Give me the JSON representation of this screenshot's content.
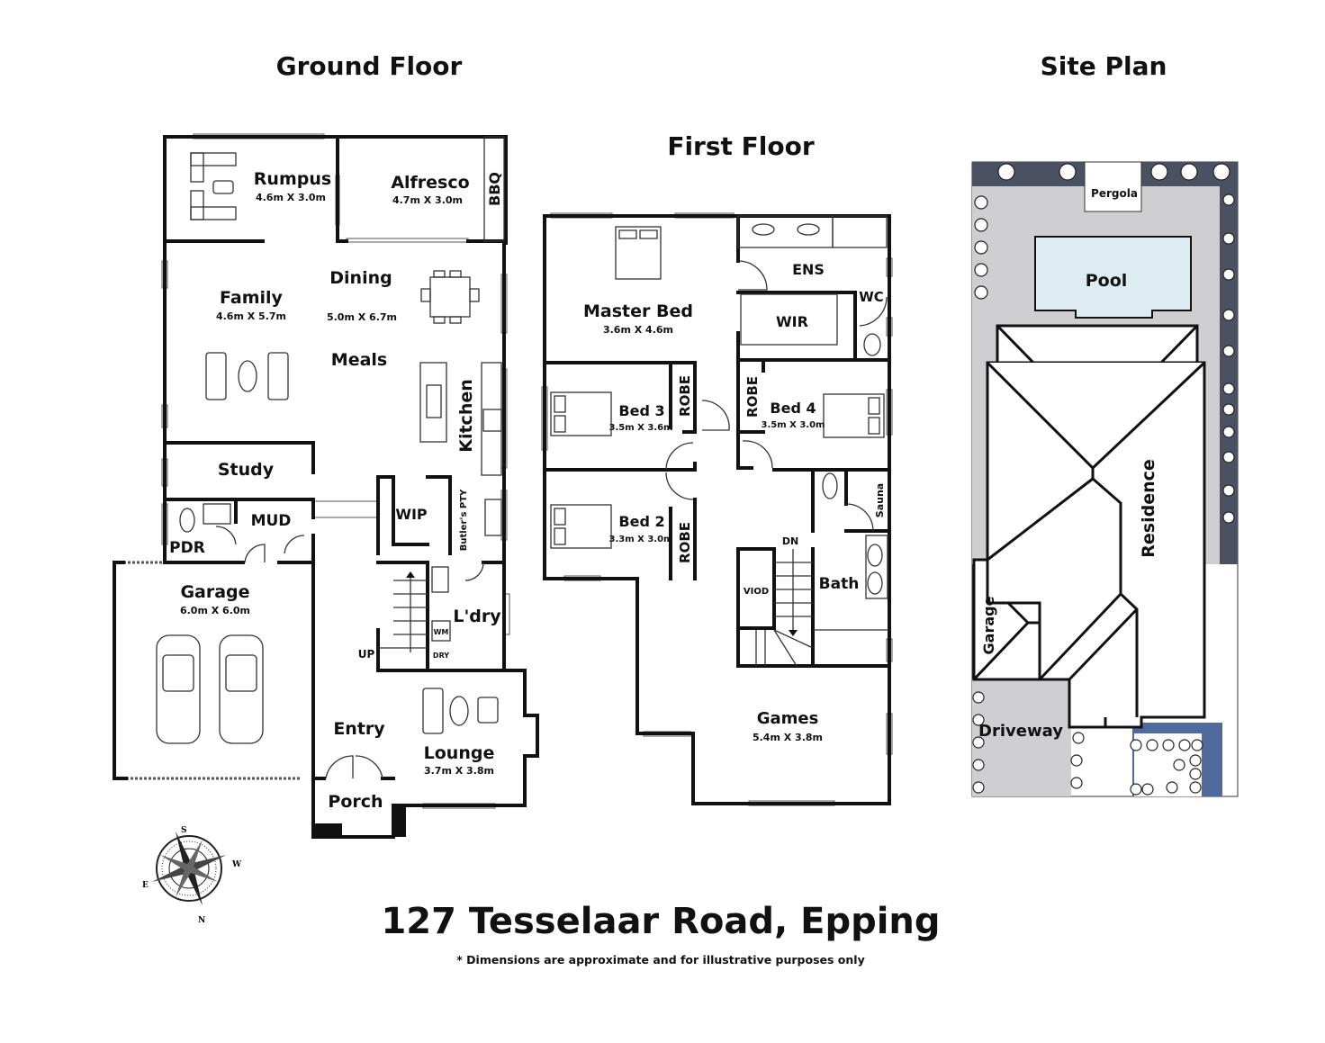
{
  "titles": {
    "ground": "Ground Floor",
    "first": "First Floor",
    "site": "Site Plan"
  },
  "address": "127 Tesselaar Road, Epping",
  "disclaimer": "* Dimensions are approximate and for illustrative purposes only",
  "ground_floor": {
    "rumpus": {
      "name": "Rumpus",
      "dim": "4.6m X 3.0m"
    },
    "alfresco": {
      "name": "Alfresco",
      "dim": "4.7m X 3.0m"
    },
    "bbq": "BBQ",
    "family": {
      "name": "Family",
      "dim": "4.6m X 5.7m"
    },
    "dining": {
      "name": "Dining",
      "dim": "5.0m X 6.7m"
    },
    "meals": "Meals",
    "kitchen": "Kitchen",
    "study": "Study",
    "mud": "MUD",
    "pdr": "PDR",
    "wip": "WIP",
    "butlers": "Butler's PTY",
    "garage": {
      "name": "Garage",
      "dim": "6.0m X 6.0m"
    },
    "laundry": "L'dry",
    "wm": "WM",
    "dry": "DRY",
    "up": "UP",
    "entry": "Entry",
    "lounge": {
      "name": "Lounge",
      "dim": "3.7m X 3.8m"
    },
    "porch": "Porch"
  },
  "first_floor": {
    "master": {
      "name": "Master Bed",
      "dim": "3.6m X 4.6m"
    },
    "ens": "ENS",
    "wir": "WIR",
    "wc": "WC",
    "bed3": {
      "name": "Bed 3",
      "dim": "3.5m X 3.6m"
    },
    "bed4": {
      "name": "Bed 4",
      "dim": "3.5m X 3.0m"
    },
    "bed2": {
      "name": "Bed 2",
      "dim": "3.3m X 3.0m"
    },
    "robe": "ROBE",
    "sauna": "Sauna",
    "bath": "Bath",
    "dn": "DN",
    "viod": "VIOD",
    "games": {
      "name": "Games",
      "dim": "5.4m X 3.8m"
    }
  },
  "site_plan": {
    "pergola": "Pergola",
    "pool": "Pool",
    "residence": "Residence",
    "garage": "Garage",
    "driveway": "Driveway",
    "colors": {
      "pool": "#dcecf1",
      "yard": "#cfcfd1",
      "fence": "#4a5160",
      "blue": "#4f6a9c"
    }
  },
  "compass": {
    "n": "N",
    "s": "S",
    "e": "E",
    "w": "W"
  }
}
